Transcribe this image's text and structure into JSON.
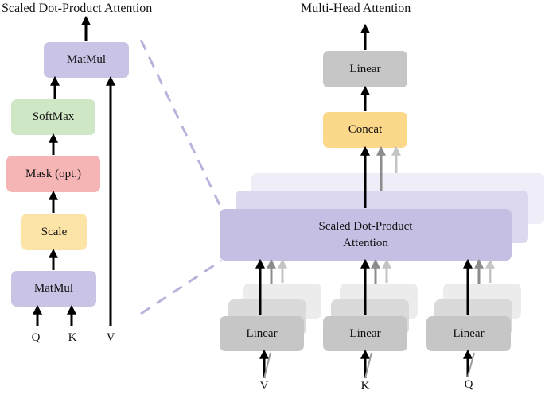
{
  "left_panel": {
    "title": "Scaled Dot-Product Attention",
    "blocks": {
      "matmul_top": "MatMul",
      "softmax": "SoftMax",
      "mask": "Mask (opt.)",
      "scale": "Scale",
      "matmul_bottom": "MatMul"
    },
    "inputs": {
      "q": "Q",
      "k": "K",
      "v": "V"
    }
  },
  "right_panel": {
    "title": "Multi-Head Attention",
    "blocks": {
      "linear_top": "Linear",
      "concat": "Concat",
      "attention_line1": "Scaled Dot-Product",
      "attention_line2": "Attention",
      "linear_v": "Linear",
      "linear_k": "Linear",
      "linear_q": "Linear"
    },
    "inputs": {
      "v": "V",
      "k": "K",
      "q": "Q"
    }
  },
  "colors": {
    "matmul": "#c9c3e6",
    "softmax": "#cfe7c5",
    "mask": "#f5b5b5",
    "scale": "#fce3a6",
    "concat": "#fcd88a",
    "linear": "#c6c6c6",
    "attention": "#c5bfe3",
    "dash": "#b9b3dc"
  }
}
